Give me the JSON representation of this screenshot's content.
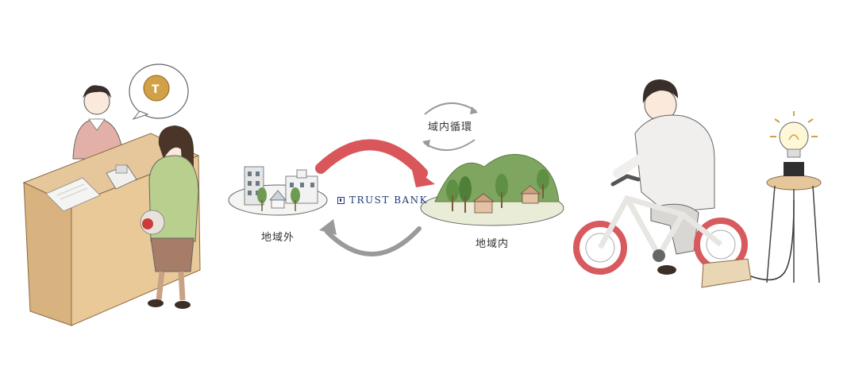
{
  "labels": {
    "outside_region": "地域外",
    "inside_region": "地域内",
    "circulation": "域内循環",
    "brand": "TRUST BANK"
  },
  "colors": {
    "red_arrow": "#d9565a",
    "grey_arrow": "#8a8a8a",
    "brand": "#1f3a7a",
    "green_hills": "#6f9a4e",
    "tree": "#5e8f43",
    "bike_wheel": "#d75a5e"
  }
}
